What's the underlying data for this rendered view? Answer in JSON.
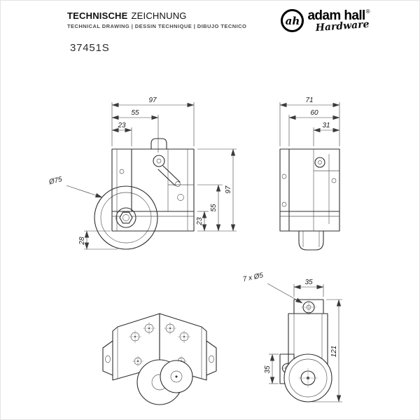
{
  "header": {
    "title_bold": "TECHNISCHE",
    "title_light": "ZEICHNUNG",
    "subtitle": "TECHNICAL DRAWING | DESSIN TECHNIQUE | DIBUJO TECNICO",
    "part_number": "37451S"
  },
  "logo": {
    "monogram": "ah",
    "brand": "adam hall",
    "registered": "®",
    "tagline": "Hardware"
  },
  "colors": {
    "line": "#2e2e2e",
    "dimension": "#3a3a3a",
    "background": "#ffffff"
  },
  "views": {
    "front": {
      "dim_width_total": "97",
      "dim_width_mid": "55",
      "dim_width_inner": "23",
      "dim_wheel_diameter": "Ø75",
      "dim_wheel_protrusion": "28",
      "dim_height_total": "97",
      "dim_height_mid": "55",
      "dim_height_inner": "23"
    },
    "side": {
      "dim_depth_total": "71",
      "dim_depth_mid": "60",
      "dim_depth_inner": "31"
    },
    "detail": {
      "dim_hole_callout": "7 x Ø5",
      "dim_tab_width": "35",
      "dim_height_total": "121",
      "dim_flange_height": "35"
    }
  }
}
